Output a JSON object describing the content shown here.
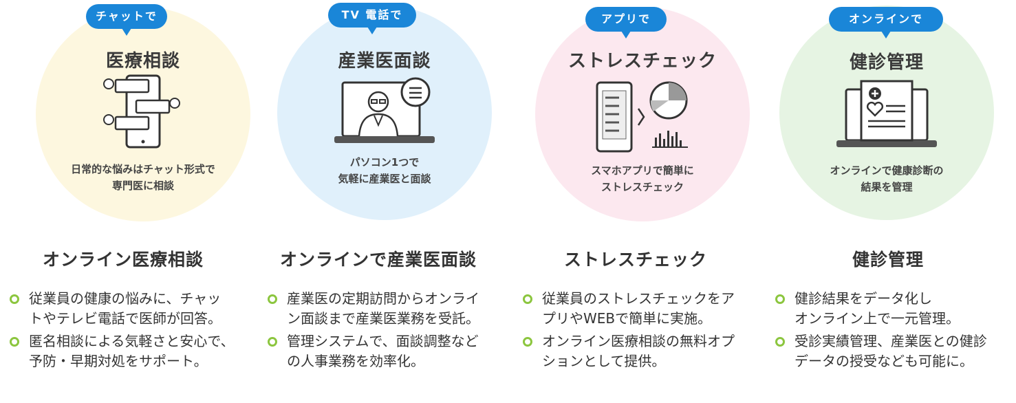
{
  "services": [
    {
      "badge": "チャットで",
      "circle_title": "医療相談",
      "circle_desc": [
        "日常的な悩みはチャット形式で",
        "専門医に相談"
      ],
      "section_title": "オンライン医療相談",
      "bullets": [
        "従業員の健康の悩みに、チャッ\nトやテレビ電話で医師が回答。",
        "匿名相談による気軽さと安心で、\n予防・早期対処をサポート。"
      ],
      "circle_color": "#fdf7df",
      "icon": "chat-phone-icon"
    },
    {
      "badge": "TV 電話で",
      "circle_title": "産業医面談",
      "circle_desc": [
        "パソコン1つで",
        "気軽に産業医と面談"
      ],
      "section_title": "オンラインで産業医面談",
      "bullets": [
        "産業医の定期訪問からオンライ\nン面談まで産業医業務を受託。",
        "管理システムで、面談調整など\nの人事業務を効率化。"
      ],
      "circle_color": "#e0f0fb",
      "icon": "doctor-laptop-icon"
    },
    {
      "badge": "アプリで",
      "circle_title": "ストレスチェック",
      "circle_desc": [
        "スマホアプリで簡単に",
        "ストレスチェック"
      ],
      "section_title": "ストレスチェック",
      "bullets": [
        "従業員のストレスチェックをア\nプリやWEBで簡単に実施。",
        "オンライン医療相談の無料オプ\nションとして提供。"
      ],
      "circle_color": "#fce8ef",
      "icon": "app-chart-icon"
    },
    {
      "badge": "オンラインで",
      "circle_title": "健診管理",
      "circle_desc": [
        "オンラインで健康診断の",
        "結果を管理"
      ],
      "section_title": "健診管理",
      "bullets": [
        "健診結果をデータ化し\nオンライン上で一元管理。",
        "受診実績管理、産業医との健診\nデータの授受なども可能に。"
      ],
      "circle_color": "#e6f4e3",
      "icon": "health-report-laptop-icon"
    }
  ]
}
